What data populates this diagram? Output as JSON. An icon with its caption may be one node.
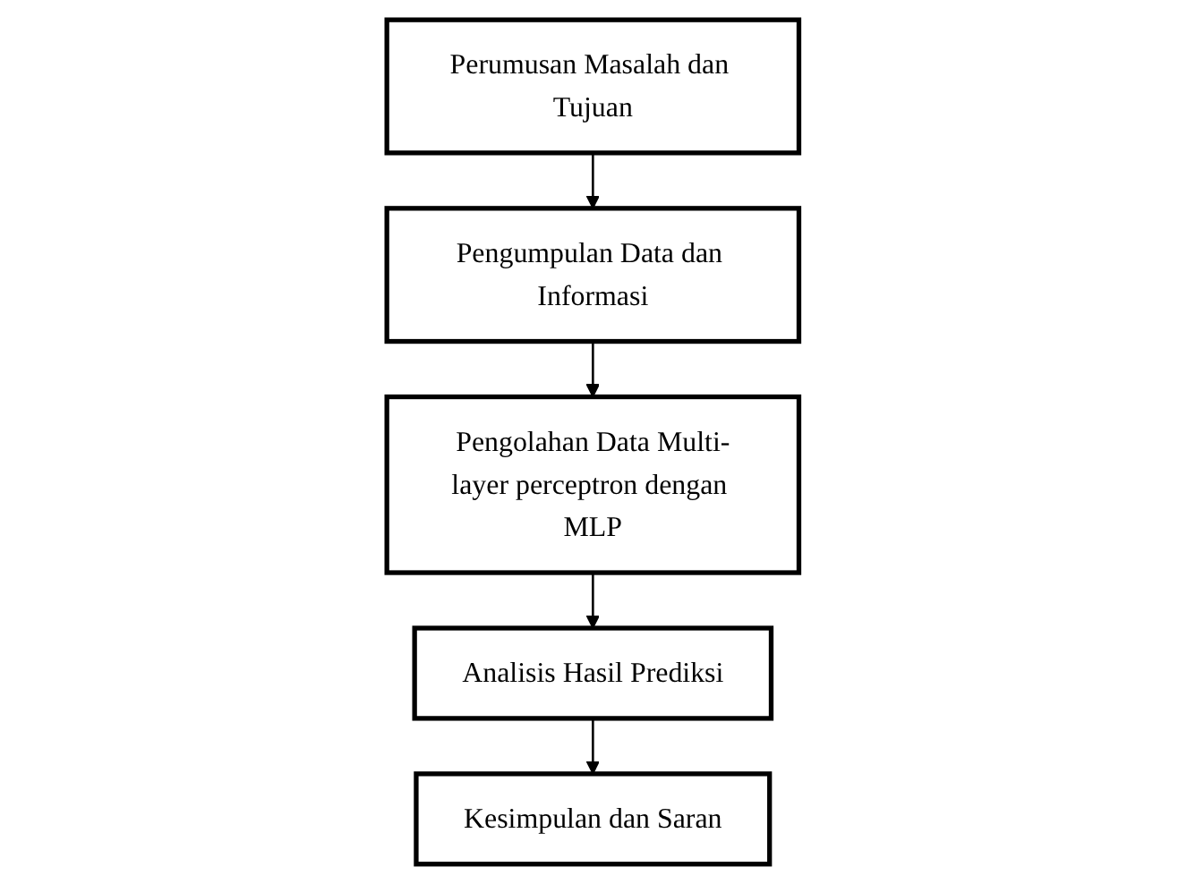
{
  "diagram": {
    "nodes": [
      {
        "text": [
          "Perumusan Masalah dan Tujuan"
        ]
      },
      {
        "text": [
          "Pengumpulan Data dan Informasi"
        ]
      },
      {
        "text": [
          "Pengolahan Data Multi-layer perceptron dengan MLP"
        ]
      },
      {
        "text": [
          "Analisis Hasil Prediksi"
        ]
      },
      {
        "text": [
          "Kesimpulan dan Saran"
        ]
      }
    ],
    "edges": [
      {
        "from": 0,
        "to": 1,
        "arrow": "to"
      },
      {
        "from": 1,
        "to": 2,
        "arrow": "to"
      },
      {
        "from": 2,
        "to": 3,
        "arrow": "to"
      },
      {
        "from": 3,
        "to": 4,
        "arrow": "to"
      }
    ]
  }
}
